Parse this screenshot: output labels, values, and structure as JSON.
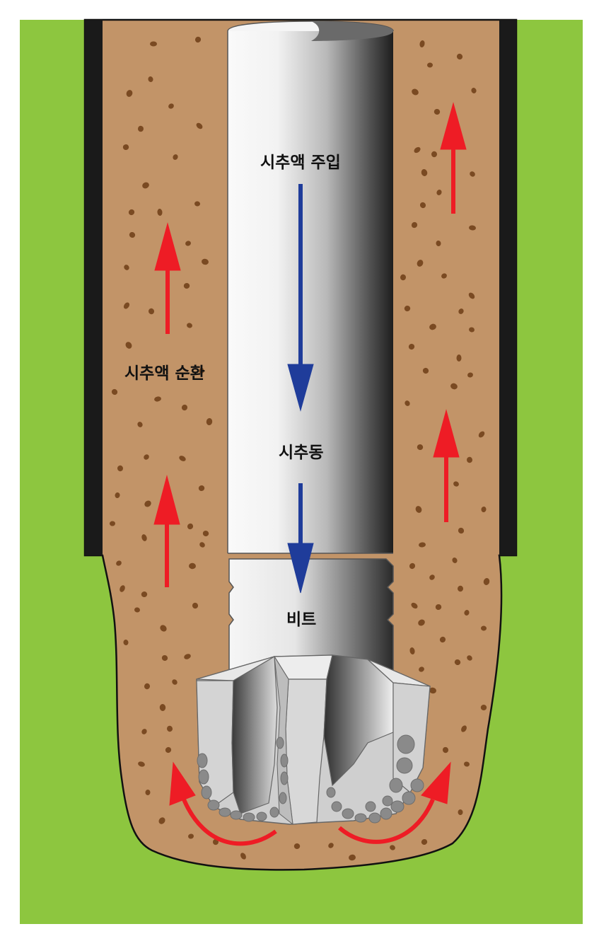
{
  "labels": {
    "injection": "시추액 주입",
    "circulation": "시추액 순환",
    "drill_pipe": "시추동",
    "bit": "비트"
  },
  "colors": {
    "ground": "#8dc63f",
    "borehole_fill": "#c29468",
    "casing": "#1a1a1a",
    "particle": "#7a4a22",
    "flow_down": "#1f3c9a",
    "flow_up": "#ee1c25",
    "cutting": "#8a8a8a"
  }
}
